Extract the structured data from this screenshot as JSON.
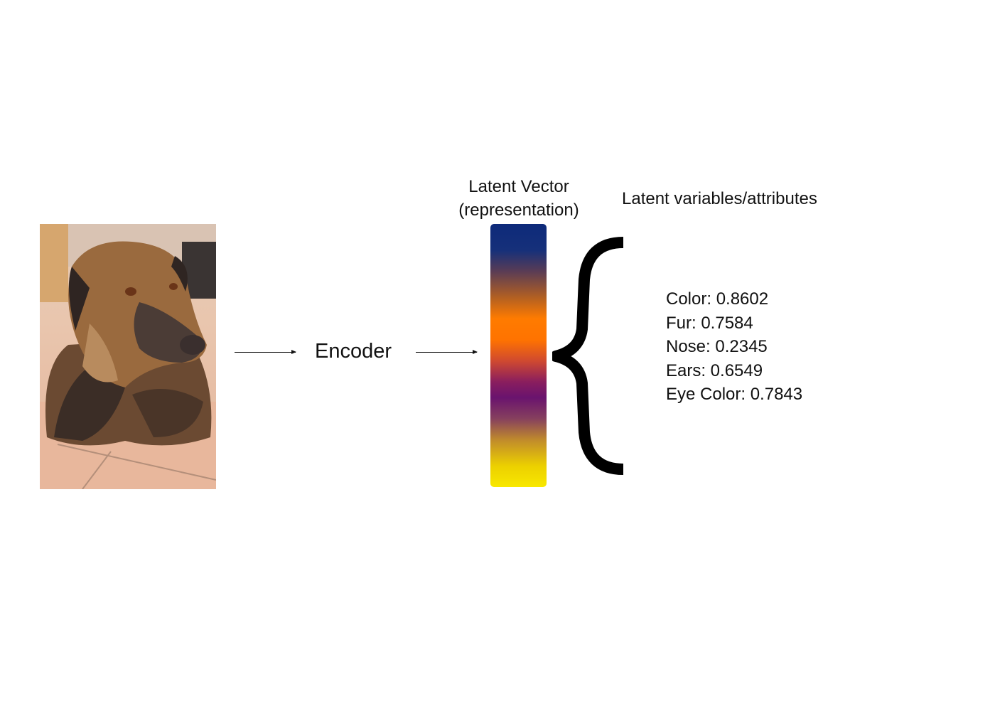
{
  "diagram": {
    "input_image": {
      "description": "photo of a dog (German Shepherd mix) lying on tiled floor"
    },
    "encoder_label": "Encoder",
    "latent_vector": {
      "title_line1": "Latent Vector",
      "title_line2": "(representation)",
      "gradient_colors": [
        "#0d2a7a",
        "#ff7b00",
        "#6a136e",
        "#f8e800"
      ]
    },
    "attributes_title": "Latent variables/attributes",
    "attributes": [
      {
        "text": "Color: 0.8602",
        "name": "Color",
        "value": 0.8602
      },
      {
        "text": "Fur: 0.7584",
        "name": "Fur",
        "value": 0.7584
      },
      {
        "text": "Nose: 0.2345",
        "name": "Nose",
        "value": 0.2345
      },
      {
        "text": "Ears: 0.6549",
        "name": "Ears",
        "value": 0.6549
      },
      {
        "text": "Eye Color: 0.7843",
        "name": "Eye Color",
        "value": 0.7843
      }
    ],
    "flow": [
      "input-image",
      "encoder",
      "latent-vector",
      "latent-attributes"
    ]
  }
}
